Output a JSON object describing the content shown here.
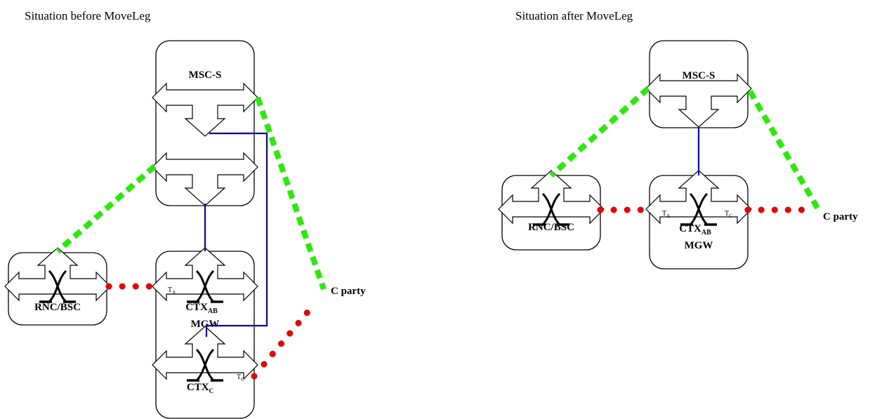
{
  "left_title": "Situation before MoveLeg",
  "right_title": "Situation after MoveLeg",
  "labels": {
    "msc": "MSC-S",
    "rnc": "RNC/BSC",
    "mgw": "MGW",
    "ctx": "CTX",
    "ab_sub": "AB",
    "c_sub": "C",
    "t": "T",
    "a_sub": "A",
    "c_party": "C party"
  },
  "colors": {
    "signalling": "#22ee00",
    "media": "#ee0000",
    "control": "#0000dd"
  }
}
